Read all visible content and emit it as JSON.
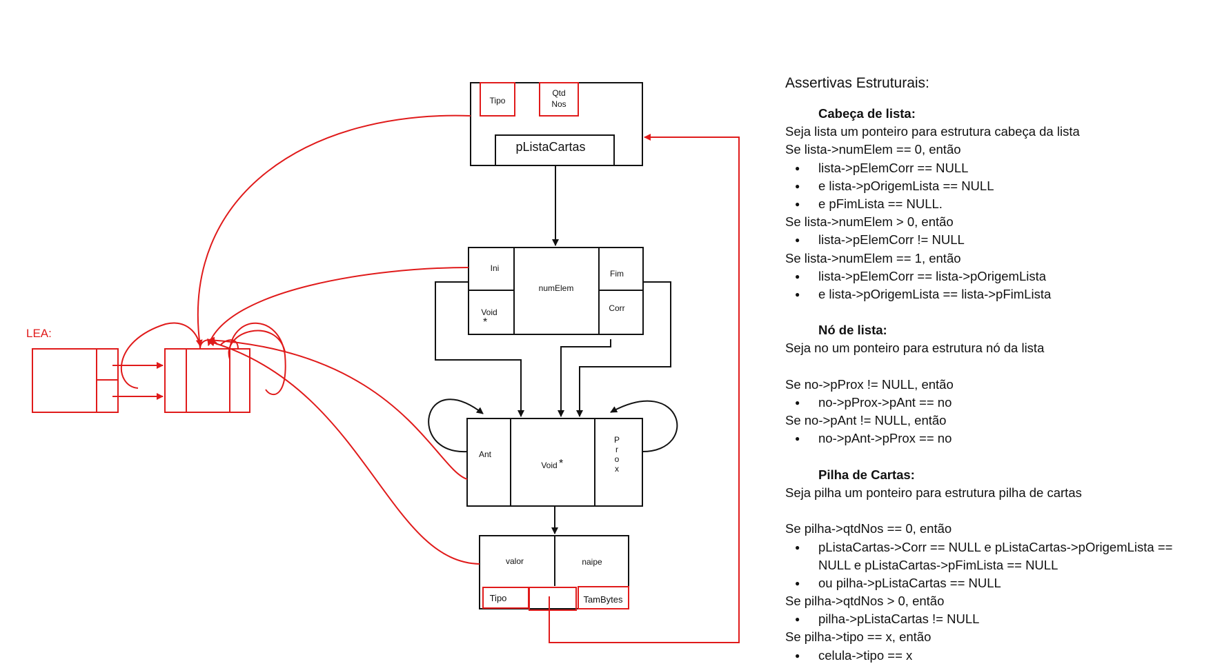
{
  "diagram": {
    "lea_label": "LEA:",
    "cabeca": {
      "tipo": "Tipo",
      "qtd_line1": "Qtd",
      "qtd_line2": "Nos",
      "plista": "pListaCartas"
    },
    "lista": {
      "ini": "Ini",
      "void": "Void",
      "star": "*",
      "numelem": "numElem",
      "fim": "Fim",
      "corr": "Corr"
    },
    "no": {
      "ant": "Ant",
      "void": "Void",
      "star": "*",
      "prox_letters": [
        "P",
        "r",
        "o",
        "x"
      ]
    },
    "carta": {
      "valor": "valor",
      "naipe": "naipe",
      "tipo": "Tipo",
      "tambytes": "TamBytes"
    }
  },
  "assertions": {
    "title": "Assertivas Estruturais:",
    "lines": [
      {
        "kind": "hd",
        "text": "Cabeça de lista:"
      },
      {
        "kind": "p",
        "text": "Seja lista um ponteiro para estrutura cabeça da lista"
      },
      {
        "kind": "p",
        "text": "Se lista->numElem == 0, então"
      },
      {
        "kind": "blt",
        "text": "lista->pElemCorr == NULL"
      },
      {
        "kind": "blt",
        "text": "e lista->pOrigemLista == NULL"
      },
      {
        "kind": "blt",
        "text": "e pFimLista == NULL."
      },
      {
        "kind": "p",
        "text": "Se lista->numElem > 0, então"
      },
      {
        "kind": "blt",
        "text": "lista->pElemCorr != NULL"
      },
      {
        "kind": "p",
        "text": "Se lista->numElem == 1, então"
      },
      {
        "kind": "blt",
        "text": "lista->pElemCorr == lista->pOrigemLista"
      },
      {
        "kind": "blt",
        "text": "e lista->pOrigemLista == lista->pFimLista"
      },
      {
        "kind": "gap",
        "text": ""
      },
      {
        "kind": "hd",
        "text": "Nó de lista:"
      },
      {
        "kind": "p",
        "text": "Seja no um ponteiro para estrutura nó da lista"
      },
      {
        "kind": "gap",
        "text": ""
      },
      {
        "kind": "p",
        "text": "Se no->pProx != NULL, então"
      },
      {
        "kind": "blt",
        "text": "no->pProx->pAnt == no"
      },
      {
        "kind": "p",
        "text": "Se no->pAnt != NULL, então"
      },
      {
        "kind": "blt",
        "text": "no->pAnt->pProx == no"
      },
      {
        "kind": "gap",
        "text": ""
      },
      {
        "kind": "hd",
        "text": "Pilha de Cartas:"
      },
      {
        "kind": "p",
        "text": "Seja pilha um ponteiro para estrutura pilha de cartas"
      },
      {
        "kind": "gap",
        "text": ""
      },
      {
        "kind": "p",
        "text": "Se pilha->qtdNos == 0, então"
      },
      {
        "kind": "blt",
        "text": "pListaCartas->Corr == NULL e pListaCartas->pOrigemLista =="
      },
      {
        "kind": "cont",
        "text": "NULL e pListaCartas->pFimLista == NULL"
      },
      {
        "kind": "blt",
        "text": "ou   pilha->pListaCartas == NULL"
      },
      {
        "kind": "p",
        "text": "Se pilha->qtdNos > 0, então"
      },
      {
        "kind": "blt",
        "text": "pilha->pListaCartas != NULL"
      },
      {
        "kind": "p",
        "text": "Se pilha->tipo == x, então"
      },
      {
        "kind": "blt",
        "text": "celula->tipo == x"
      }
    ]
  }
}
